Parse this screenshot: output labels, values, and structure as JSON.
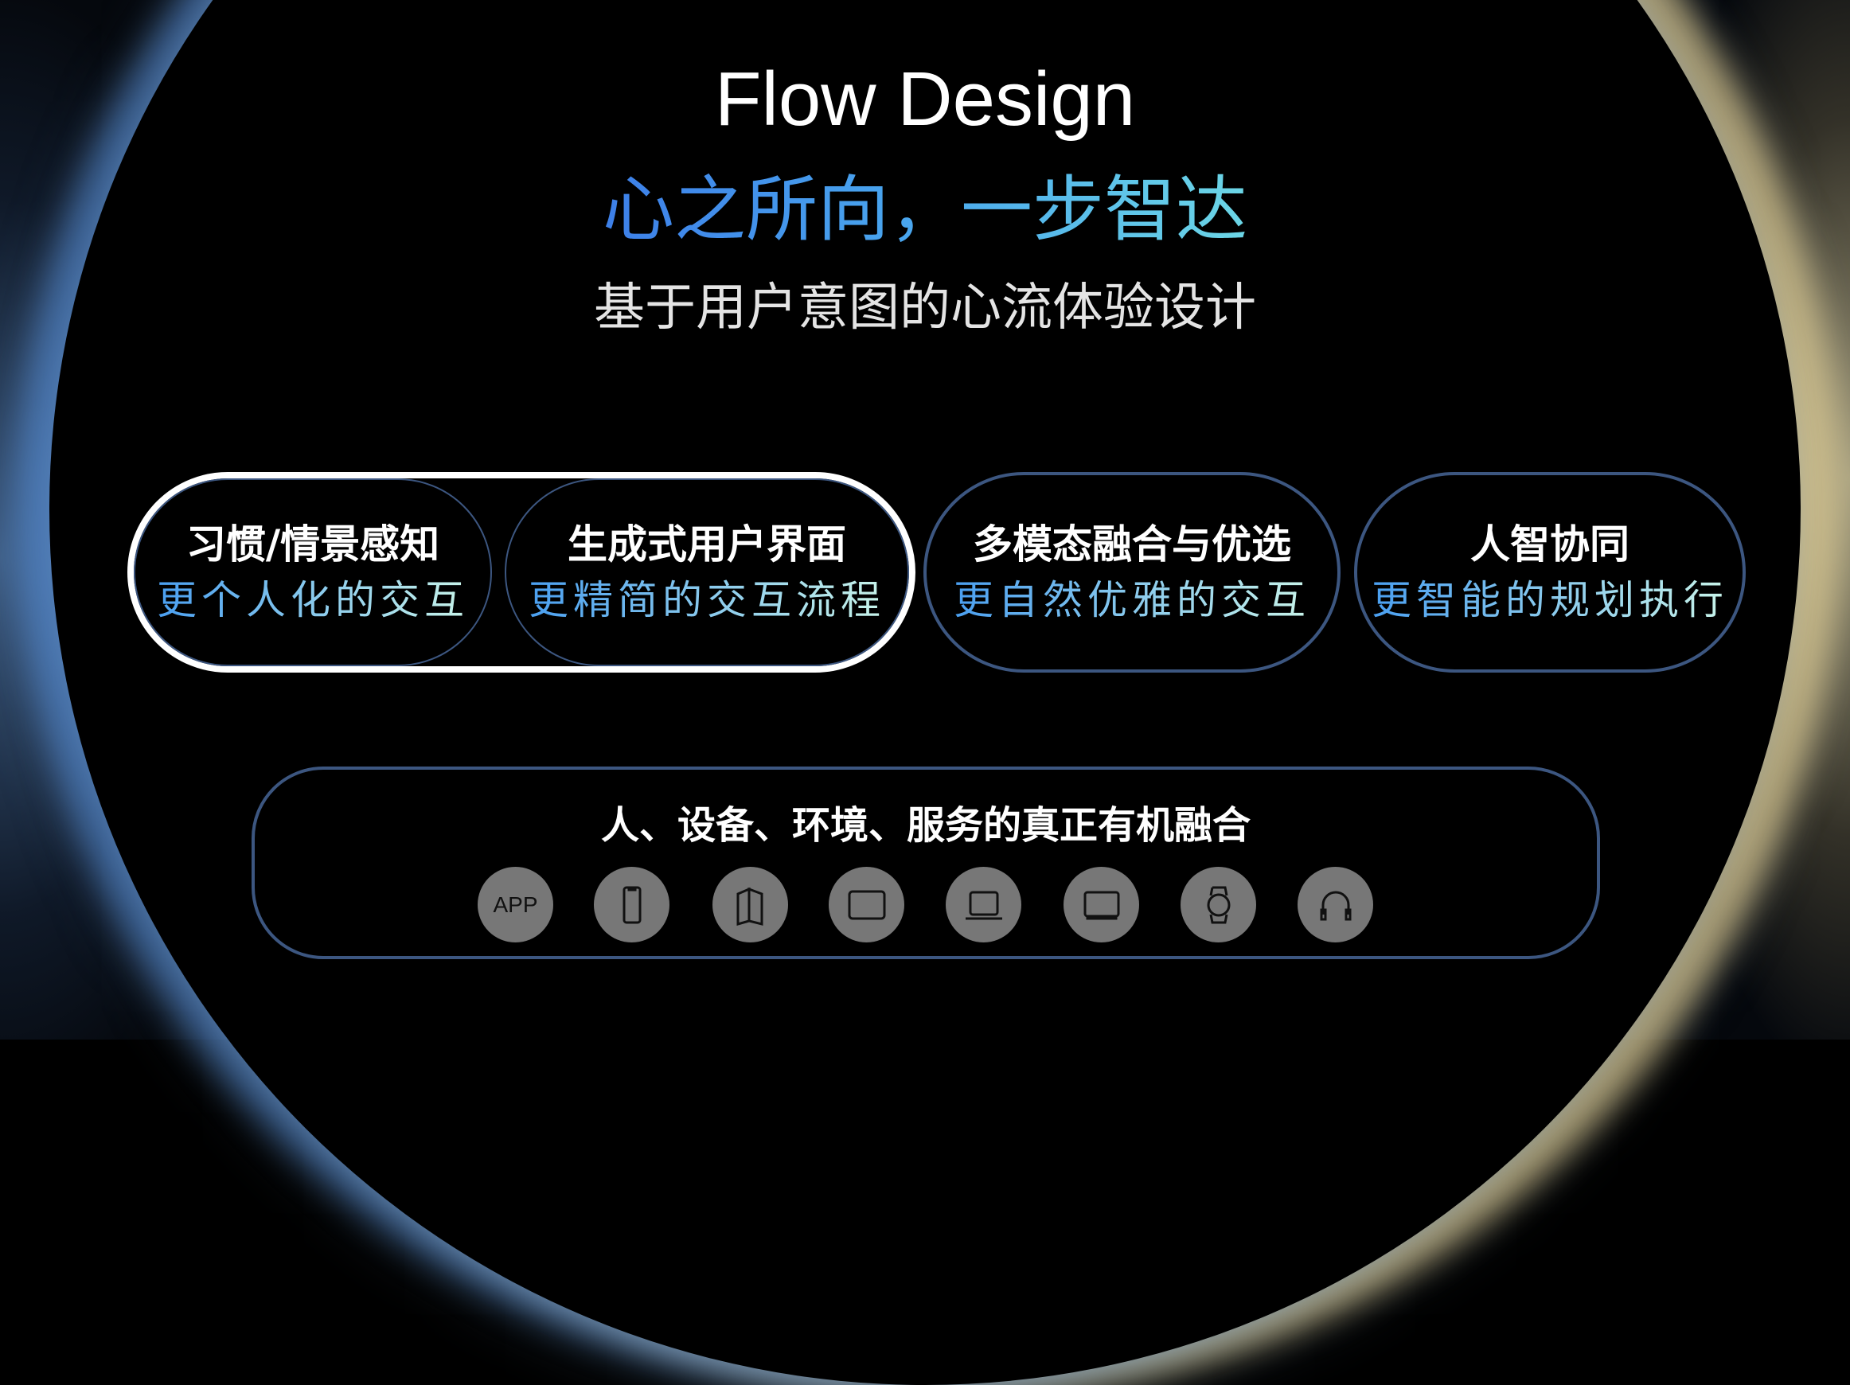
{
  "header": {
    "title": "Flow Design",
    "slogan": "心之所向，一步智达",
    "subtitle": "基于用户意图的心流体验设计"
  },
  "pillars": [
    {
      "title": "习惯/情景感知",
      "subtitle": "更个人化的交互"
    },
    {
      "title": "生成式用户界面",
      "subtitle": "更精简的交互流程"
    },
    {
      "title": "多模态融合与优选",
      "subtitle": "更自然优雅的交互"
    },
    {
      "title": "人智协同",
      "subtitle": "更智能的规划执行"
    }
  ],
  "foundation": {
    "title": "人、设备、环境、服务的真正有机融合",
    "app_label": "APP",
    "icons": [
      "app-icon",
      "phone-icon",
      "foldable-icon",
      "tablet-icon",
      "laptop-icon",
      "monitor-icon",
      "watch-icon",
      "headphones-icon"
    ]
  }
}
